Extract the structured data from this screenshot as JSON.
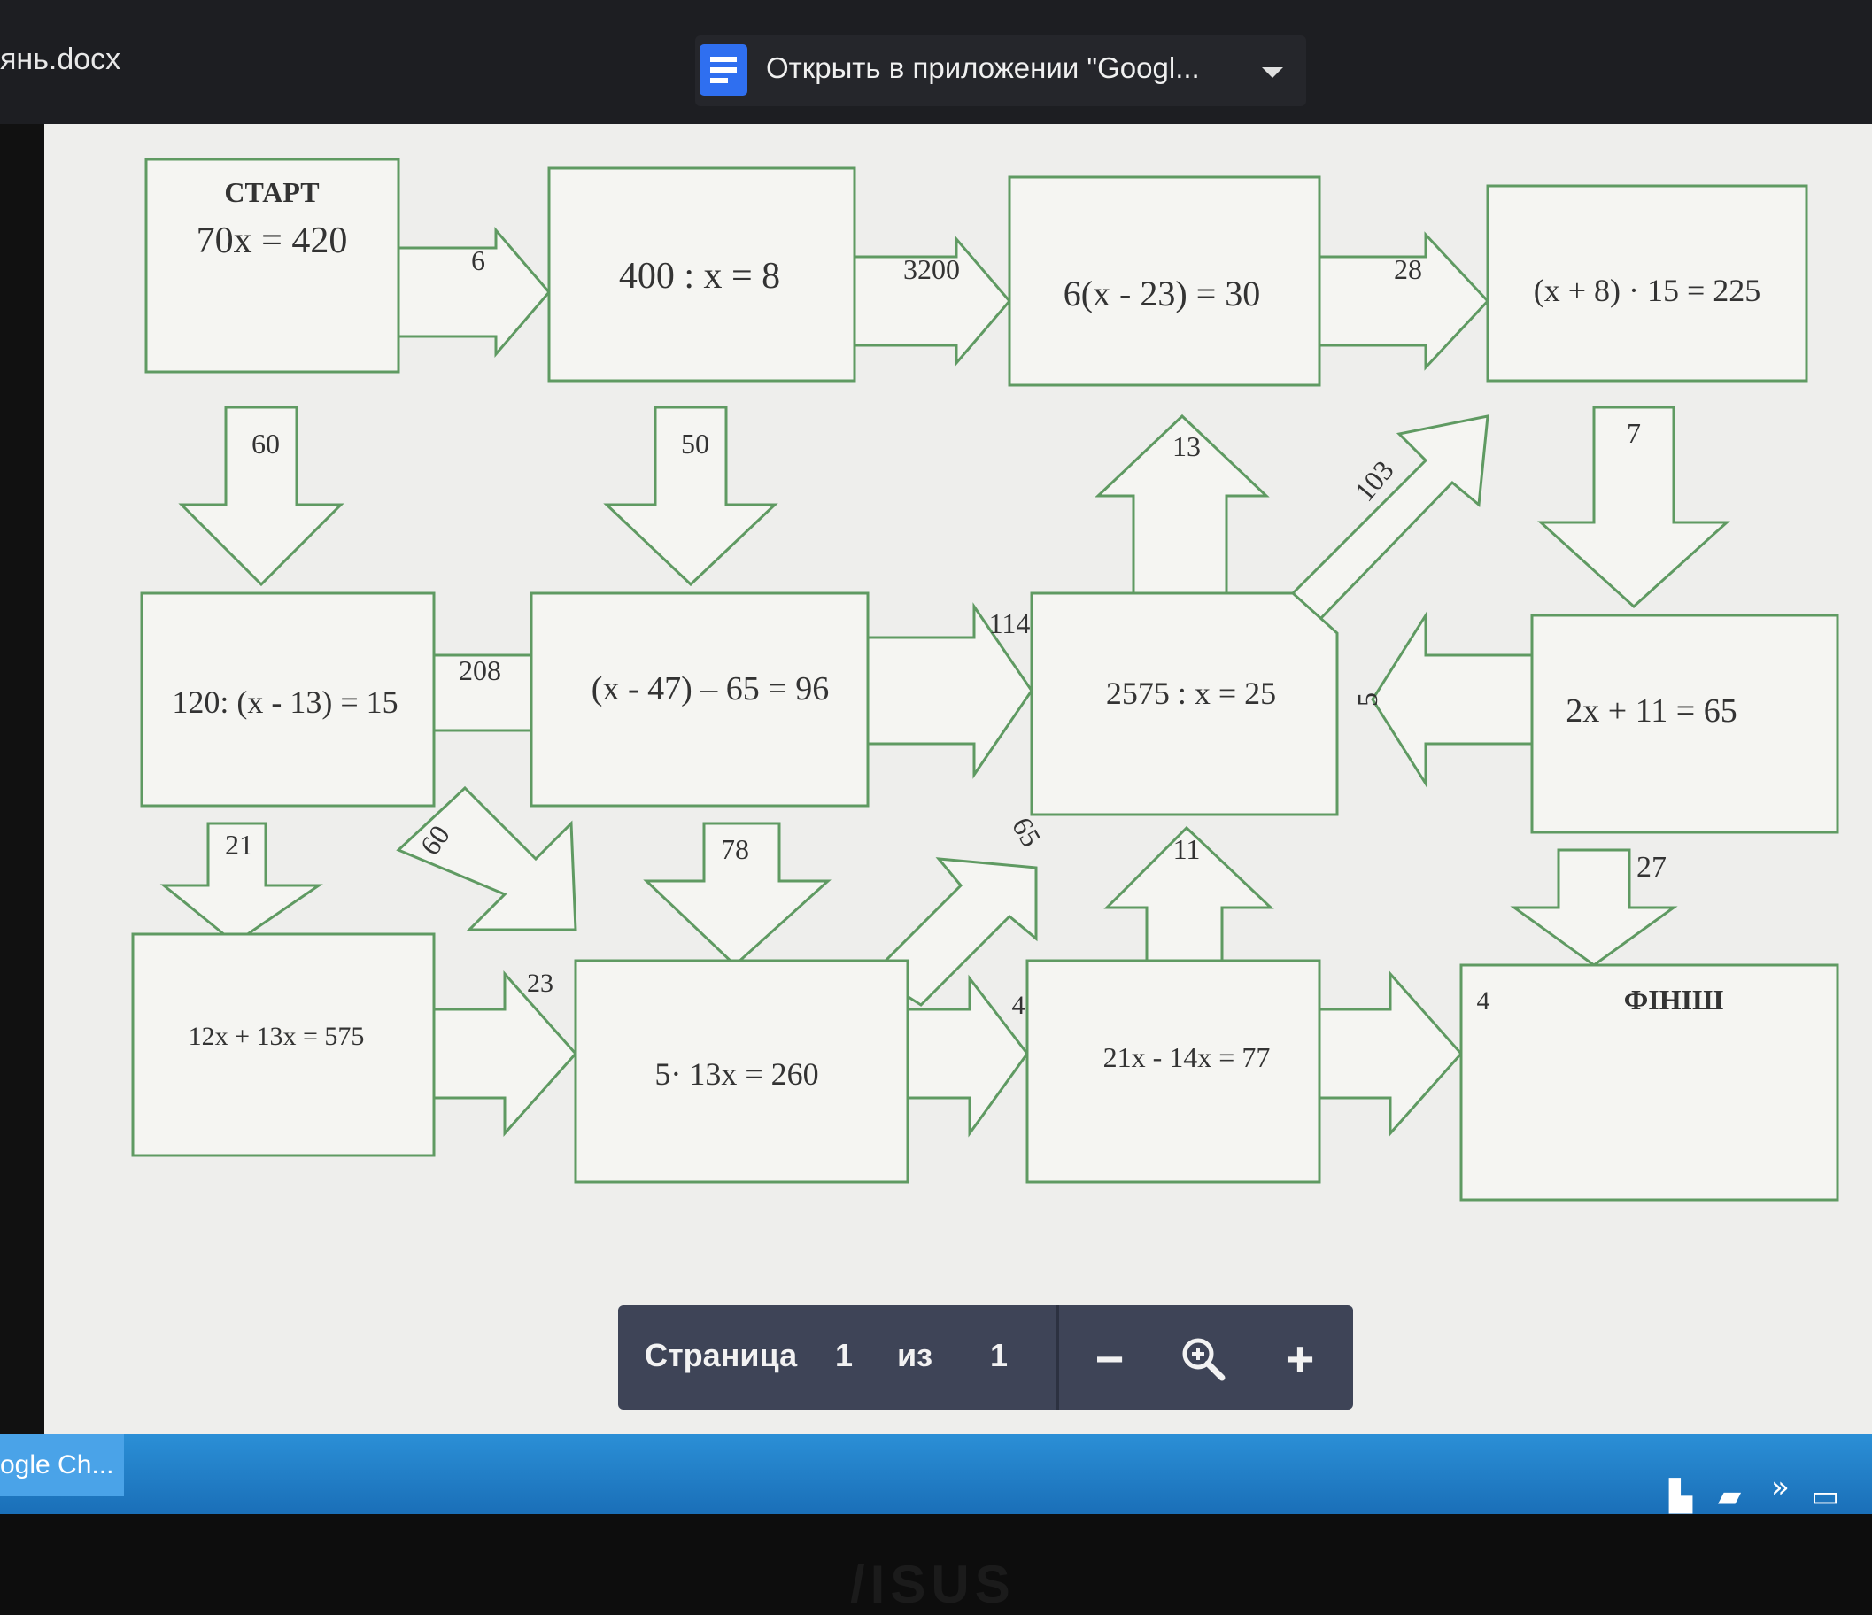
{
  "window": {
    "filename": "янь.docx",
    "open_in_app": "Открыть в приложении \"Googl...",
    "taskbar_item": "ogle Ch..."
  },
  "colors": {
    "diagram_stroke": "#5f9a62",
    "pager_bg": "#3e4457",
    "taskbar": "#2b8fd6"
  },
  "diagram": {
    "start_label": "СТАРТ",
    "finish_label": "ФІНІШ",
    "boxes": {
      "start": "70x = 420",
      "b2": "400 : x = 8",
      "b3": "6(x - 23) = 30",
      "b4": "(x + 8) · 15 = 225",
      "b5": "120: (x - 13) = 15",
      "b6": "(x - 47) – 65 = 96",
      "b7": "2575 : x = 25",
      "b8": "2x + 11 = 65",
      "b9": "12x + 13x = 575",
      "b10": "5· 13x = 260",
      "b11": "21x - 14x = 77"
    },
    "arrows": {
      "a_start_b2": "6",
      "a_b2_b3": "3200",
      "a_b3_b4": "28",
      "a_start_b5": "60",
      "a_b2_b6": "50",
      "a_b7_b3": "13",
      "a_b7_b4": "103",
      "a_b4_b8": "7",
      "a_b6_b5": "208",
      "a_b6_b7": "114",
      "a_b8_b7": "5",
      "a_b5_b9": "21",
      "a_b5_b10": "60",
      "a_b6_b10": "78",
      "a_b10_b7": "65",
      "a_b11_b7": "11",
      "a_b8_fin": "27",
      "a_b9_b10": "23",
      "a_b10_b11": "4",
      "a_b11_fin": "4"
    }
  },
  "pager": {
    "label": "Страница",
    "current": "1",
    "of": "из",
    "total": "1",
    "minus": "−",
    "plus": "+"
  },
  "icons": {
    "docs": "docs-icon",
    "zoom": "zoom-icon",
    "tray": [
      "network-icon",
      "display-icon",
      "chevron-icon",
      "battery-icon"
    ]
  }
}
